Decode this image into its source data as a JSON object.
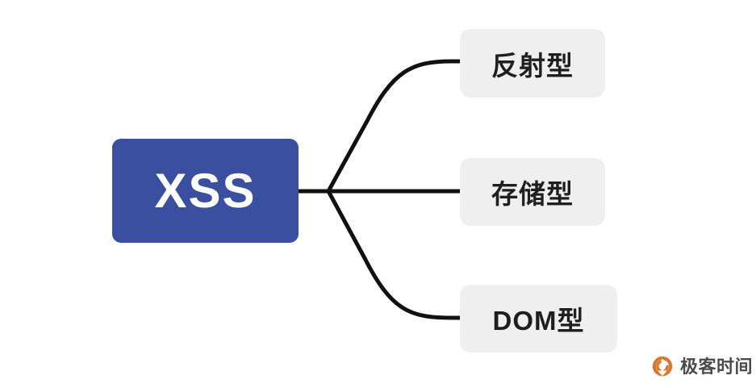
{
  "diagram": {
    "title": "XSS mind map",
    "type": "mindmap",
    "root": {
      "label": "XSS",
      "color": "#3b4fa0",
      "text_color": "#ffffff"
    },
    "branches": [
      {
        "label": "反射型",
        "color": "#efefef",
        "text_color": "#1f1f1f"
      },
      {
        "label": "存储型",
        "color": "#efefef",
        "text_color": "#1f1f1f"
      },
      {
        "label": "DOM型",
        "color": "#efefef",
        "text_color": "#1f1f1f"
      }
    ],
    "edge_color": "#111111",
    "background": "#fefffe"
  },
  "watermark": {
    "brand": "极客时间",
    "mark_icon": "geektime-logo-icon",
    "mark_color": "#d9762b",
    "text_color": "#4a4a4a"
  }
}
